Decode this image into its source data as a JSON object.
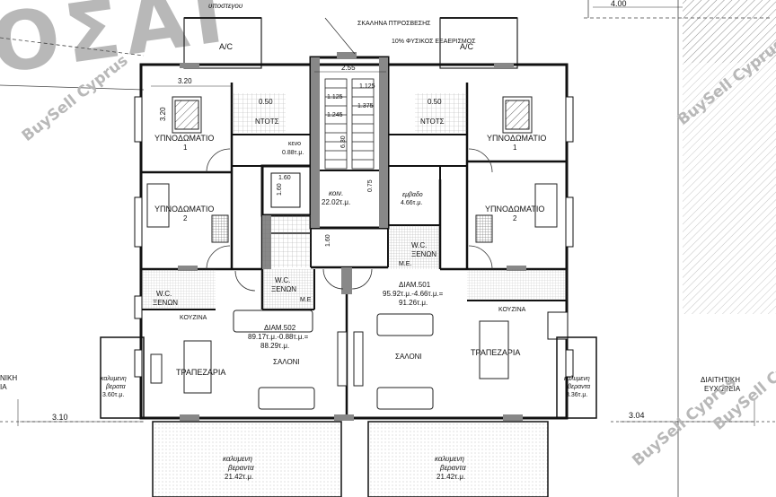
{
  "plan": {
    "top_note": "υποστεγου",
    "dim_top_right": "4.00",
    "staircase_label": "ΣΚΑΛΗΝΑ ΠΤΡΟΣΒΕΣΗΣ",
    "ventilation_label": "10% ΦΥΣΙΚΟΣ ΕΞΑΕΡΙΣΜΟΣ",
    "ac_left": "A/C",
    "ac_right": "A/C",
    "dim_stair_width": "2.55",
    "dim_3_20_top": "3.20",
    "dim_3_20_side": "3.20",
    "dim_0_50_left": "0.50",
    "dim_0_50_right": "0.50",
    "dim_1_125_a": "1.125",
    "dim_1_125_b": "1.125",
    "dim_1_245": "1.245",
    "dim_1_375": "1.375",
    "dim_6_30": "6.30",
    "dim_1_60_a": "1.60",
    "dim_1_60_b": "1.60",
    "dim_1_60_c": "1.60",
    "dim_0_75": "0.75",
    "dim_3_10": "3.10",
    "dim_3_04": "3.04",
    "shower_left": "ΝΤΟΤΣ",
    "shower_right": "ΝΤΟΤΣ",
    "bedroom1_left_name": "ΥΠΝΟΔΩΜΑΤΙΟ",
    "bedroom1_left_no": "1",
    "bedroom1_right_name": "ΥΠΝΟΔΩΜΑΤΙΟ",
    "bedroom1_right_no": "1",
    "bedroom2_left_name": "ΥΠΝΟΔΩΜΑΤΙΟ",
    "bedroom2_left_no": "2",
    "bedroom2_right_name": "ΥΠΝΟΔΩΜΑΤΙΟ",
    "bedroom2_right_no": "2",
    "void_label": "κενο",
    "void_area": "0.88τ.μ.",
    "common_label": "κοιν.",
    "common_area": "22.02τ.μ.",
    "emvado_label": "εμβαδο",
    "emvado_area": "4.66τ.μ.",
    "wc_right_1": "W.C.",
    "wc_right_2": "ΞΕΝΩΝ",
    "me_right": "M.E.",
    "wc_mid_1": "W.C.",
    "wc_mid_2": "ΞΕΝΩΝ",
    "me_mid": "M.E",
    "wc_left_1": "W.C.",
    "wc_left_2": "ΞΕΝΩΝ",
    "flat501_title": "ΔΙΑΜ.501",
    "flat501_calc": "95.92τ.μ.-4.66τ.μ.=",
    "flat501_result": "91.26τ.μ.",
    "flat502_title": "ΔΙΑΜ.502",
    "flat502_calc": "89.17τ.μ.-0.88τ.μ.=",
    "flat502_result": "88.29τ.μ.",
    "kitchen_left": "ΚΟΥΖΙΝΑ",
    "kitchen_right": "ΚΟΥΖΙΝΑ",
    "dining_left": "ΤΡΑΠΕΖΑΡΙΑ",
    "dining_right": "ΤΡΑΠΕΖΑΡΙΑ",
    "living_left": "ΣΑΛΟΝΙ",
    "living_right": "ΣΑΛΟΝΙ",
    "veranda_side_left_1": "καλυμενη",
    "veranda_side_left_2": "βερατα",
    "veranda_side_left_3": "3.60τ.μ.",
    "veranda_side_right_1": "καλυμενη",
    "veranda_side_right_2": "βεραντα",
    "veranda_side_right_3": "3.36τ.μ.",
    "edge_left_1": "ΝΙΚΗ",
    "edge_left_2": "ΙΑ",
    "edge_right_1": "ΔΙΑΙΤΗΤΙΚΗ",
    "edge_right_2": "ΕΥΧΩΡΕΙΑ",
    "veranda_bottom_left_1": "καλυμενη",
    "veranda_bottom_left_2": "βεραντα",
    "veranda_bottom_left_3": "21.42τ.μ.",
    "veranda_bottom_right_1": "καλυμενη",
    "veranda_bottom_right_2": "βεραντα",
    "veranda_bottom_right_3": "21.42τ.μ."
  },
  "watermark": {
    "brand_a": "BuySell Cyprus",
    "brand_b": "BuySell Cyprus",
    "brand_c": "BuySell Cyprus",
    "brand_d": "BuySell Cyprus",
    "stamp_text": "ΟΣΑΙ"
  }
}
